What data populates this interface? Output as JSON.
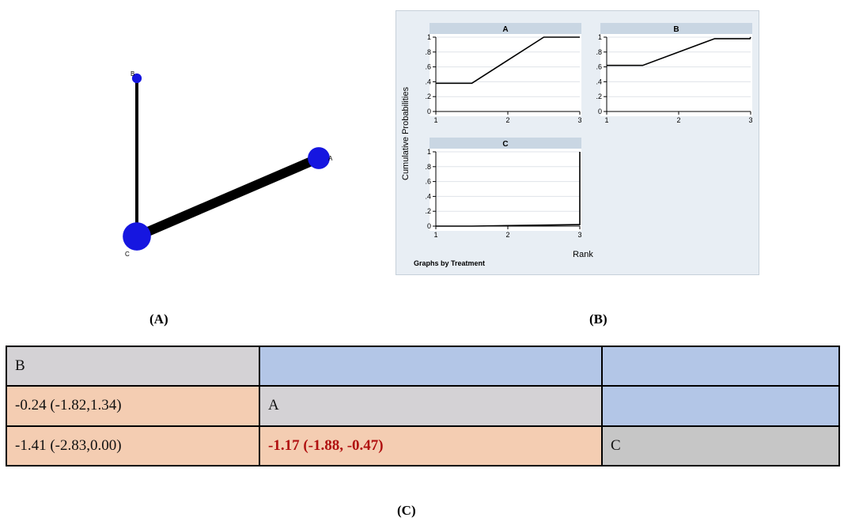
{
  "network": {
    "nodes": [
      {
        "name": "A",
        "weight": 1.4
      },
      {
        "name": "B",
        "weight": 0.4
      },
      {
        "name": "C",
        "weight": 1.9
      }
    ],
    "edges": [
      {
        "from": "B",
        "to": "C",
        "weight": 1
      },
      {
        "from": "A",
        "to": "C",
        "weight": 5
      }
    ],
    "node_color": "#1616e0",
    "edge_color": "#000000"
  },
  "chart_data": {
    "type": "line",
    "ylabel": "Cumulative Probabilities",
    "xlabel": "Rank",
    "note": "Graphs by Treatment",
    "x_ticks": [
      1,
      2,
      3
    ],
    "y_ticks": [
      "0",
      ".2",
      ".4",
      ".6",
      ".8",
      "1"
    ],
    "xlim": [
      1,
      3
    ],
    "ylim": [
      0,
      1
    ],
    "line_color": "#000000",
    "panels": [
      {
        "name": "A",
        "x": [
          1,
          1.5,
          2.5,
          3
        ],
        "y": [
          0.38,
          0.38,
          1.0,
          1.0
        ]
      },
      {
        "name": "B",
        "x": [
          1,
          1.5,
          2.5,
          2.99,
          3
        ],
        "y": [
          0.62,
          0.62,
          0.98,
          0.98,
          1.0
        ]
      },
      {
        "name": "C",
        "x": [
          1,
          1.5,
          2.98,
          3,
          3
        ],
        "y": [
          0.0,
          0.0,
          0.02,
          0.02,
          1.0
        ]
      }
    ]
  },
  "labels": {
    "a": "(A)",
    "b": "(B)",
    "c": "(C)"
  },
  "league": {
    "rows": [
      [
        "B",
        "",
        ""
      ],
      [
        "-0.24 (-1.82,1.34)",
        "A",
        ""
      ],
      [
        "-1.41 (-2.83,0.00)",
        "-1.17 (-1.88, -0.47)",
        "C"
      ]
    ],
    "colors": {
      "diagonal": "#d4d2d5",
      "upper": "#b3c6e7",
      "lower": "#f4cdb2",
      "significant": "#b01010"
    }
  }
}
